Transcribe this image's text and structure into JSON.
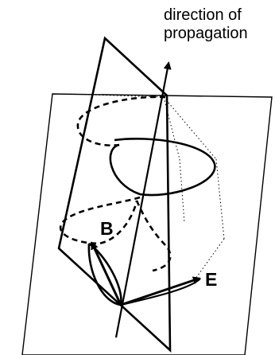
{
  "caption": {
    "line1": "direction of",
    "line2": "propagation"
  },
  "labels": {
    "b": "B",
    "e": "E"
  },
  "colors": {
    "ink": "#000000",
    "background": "#ffffff"
  }
}
